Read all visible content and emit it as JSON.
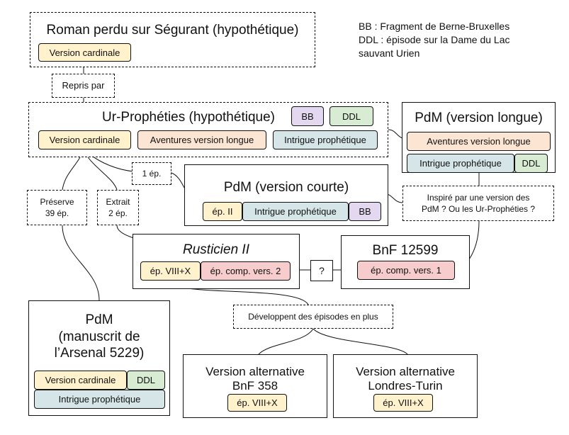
{
  "legend": {
    "line1": "BB : Fragment de Berne-Bruxelles",
    "line2": "DDL : épisode sur la Dame du Lac",
    "line3": "sauvant Urien"
  },
  "roman": {
    "title": "Roman perdu sur Ségurant (hypothétique)",
    "pill": "Version cardinale"
  },
  "repris": "Repris par",
  "ur": {
    "title": "Ur-Prophéties (hypothétique)",
    "bb": "BB",
    "ddl": "DDL",
    "pill1": "Version cardinale",
    "pill2": "Aventures version longue",
    "pill3": "Intrigue prophétique"
  },
  "pdm_longue": {
    "title": "PdM (version longue)",
    "pill1": "Aventures version longue",
    "pill2": "Intrigue prophétique",
    "pill3": "DDL"
  },
  "pdm_courte": {
    "title": "PdM (version courte)",
    "pill1": "ép. II",
    "pill2": "Intrigue prophétique",
    "pill3": "BB"
  },
  "notes": {
    "one_ep": "1 ép.",
    "preserve_1": "Préserve",
    "preserve_2": "39 ép.",
    "extrait_1": "Extrait",
    "extrait_2": "2 ép.",
    "inspire_1": "Inspiré par une version des",
    "inspire_2": "PdM ? Ou les Ur-Prophéties ?",
    "question": "?",
    "developpent": "Développent des épisodes en plus"
  },
  "rusticien": {
    "title": "Rusticien II",
    "pill1": "ép. VIII+X",
    "pill2": "ép. comp. vers. 2"
  },
  "bnf12599": {
    "title": "BnF 12599",
    "pill1": "ép. comp. vers. 1"
  },
  "arsenal": {
    "title1": "PdM",
    "title2": "(manuscrit de",
    "title3": "l’Arsenal 5229)",
    "pill1": "Version cardinale",
    "pill2": "DDL",
    "pill3": "Intrigue prophétique"
  },
  "bnf358": {
    "title1": "Version alternative",
    "title2": "BnF 358",
    "pill1": "ép. VIII+X"
  },
  "londres": {
    "title1": "Version alternative",
    "title2": "Londres-Turin",
    "pill1": "ép. VIII+X"
  }
}
